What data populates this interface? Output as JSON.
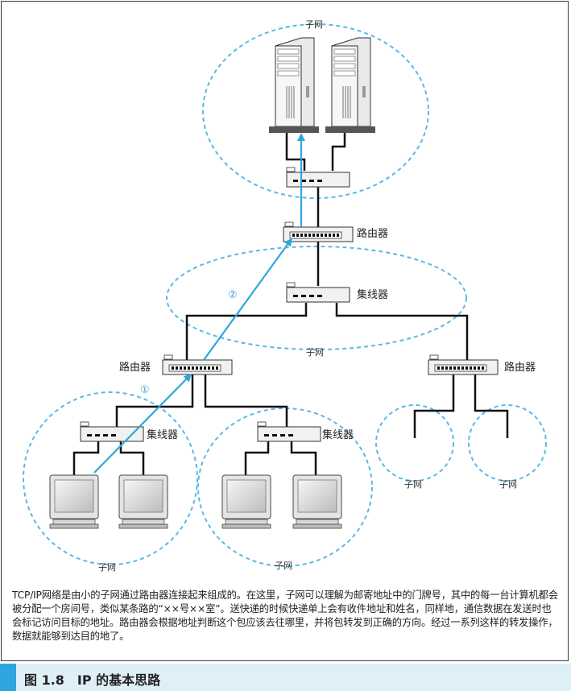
{
  "labels": {
    "subnet": "子网",
    "router": "路由器",
    "hub": "集线器"
  },
  "steps": {
    "one": "①",
    "two": "②"
  },
  "description": "TCP/IP网络是由小的子网通过路由器连接起来组成的。在这里，子网可以理解为邮寄地址中的门牌号，其中的每一台计算机都会被分配一个房间号，类似某条路的“××号××室”。送快递的时候快递单上会有收件地址和姓名，同样地，通信数据在发送时也会标记访问目标的地址。路由器会根据地址判断这个包应该去往哪里，并将包转发到正确的方向。经过一系列这样的转发操作，数据就能够到达目的地了。",
  "figure": {
    "title": "图 1.8　IP 的基本思路"
  },
  "colors": {
    "accent": "#2ea6dd",
    "arrow": "#2ea6dd",
    "dash": "#5bb8e6",
    "caption_bg": "#dfeff8"
  }
}
